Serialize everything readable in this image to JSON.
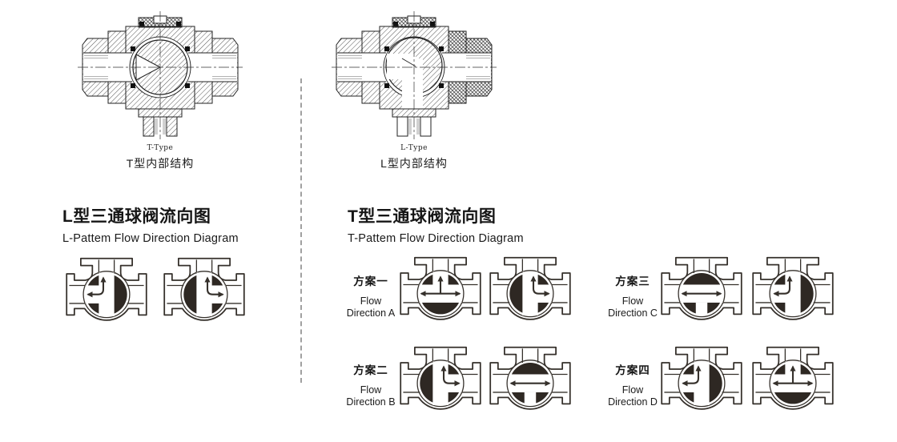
{
  "colors": {
    "line": "#35302b",
    "ball": "#2e2823",
    "drawing_line": "#222222",
    "separator": "#a0a0a0",
    "text": "#1c1c1c"
  },
  "cross_sections": {
    "t_type": {
      "type_label": "T-Type",
      "caption": "T型内部结构"
    },
    "l_type": {
      "type_label": "L-Type",
      "caption": "L型内部结构"
    }
  },
  "l_section": {
    "title_zh": "L型三通球阀流向图",
    "title_en": "L-Pattem Flow Direction Diagram",
    "valves": [
      {
        "flow": "elbow-left"
      },
      {
        "flow": "elbow-right"
      }
    ]
  },
  "t_section": {
    "title_zh": "T型三通球阀流向图",
    "title_en": "T-Pattem Flow Direction Diagram",
    "plans": [
      {
        "name_zh": "方案一",
        "en_line1": "Flow",
        "en_line2": "Direction A",
        "valves": [
          {
            "flow": "tee"
          },
          {
            "flow": "elbow-right"
          }
        ]
      },
      {
        "name_zh": "方案二",
        "en_line1": "Flow",
        "en_line2": "Direction B",
        "valves": [
          {
            "flow": "elbow-right"
          },
          {
            "flow": "straight"
          }
        ]
      },
      {
        "name_zh": "方案三",
        "en_line1": "Flow",
        "en_line2": "Direction C",
        "valves": [
          {
            "flow": "straight"
          },
          {
            "flow": "elbow-left"
          }
        ]
      },
      {
        "name_zh": "方案四",
        "en_line1": "Flow",
        "en_line2": "Direction D",
        "valves": [
          {
            "flow": "elbow-left"
          },
          {
            "flow": "tee"
          }
        ]
      }
    ]
  }
}
